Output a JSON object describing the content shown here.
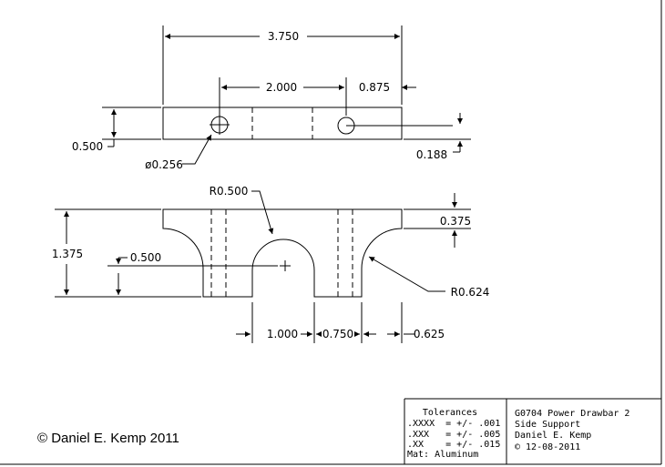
{
  "dimensions": {
    "overall_width": "3.750",
    "hole_spacing": "2.000",
    "hole_edge_offset": "0.875",
    "plate_thickness": "0.500",
    "hole_diameter": "ø0.256",
    "hole_center_offset": "0.188",
    "arch_radius": "R0.500",
    "overall_height": "1.375",
    "arch_center_height": "0.500",
    "top_thickness": "0.375",
    "corner_radius": "R0.624",
    "slot_spacing": "1.000",
    "slot_width": "0.750",
    "leg_width": "0.625"
  },
  "copyright": "© Daniel E. Kemp 2011",
  "title_block": {
    "tolerances_heading": "Tolerances",
    "tol_xxxx": ".XXXX  = +/- .001",
    "tol_xxx": ".XXX   = +/- .005",
    "tol_xx": ".XX    = +/- .015",
    "material": "Mat: Aluminum",
    "drawing_title": "G0704 Power Drawbar 2",
    "part_name": "Side Support",
    "author": "Daniel E. Kemp",
    "date": "© 12-08-2011"
  }
}
